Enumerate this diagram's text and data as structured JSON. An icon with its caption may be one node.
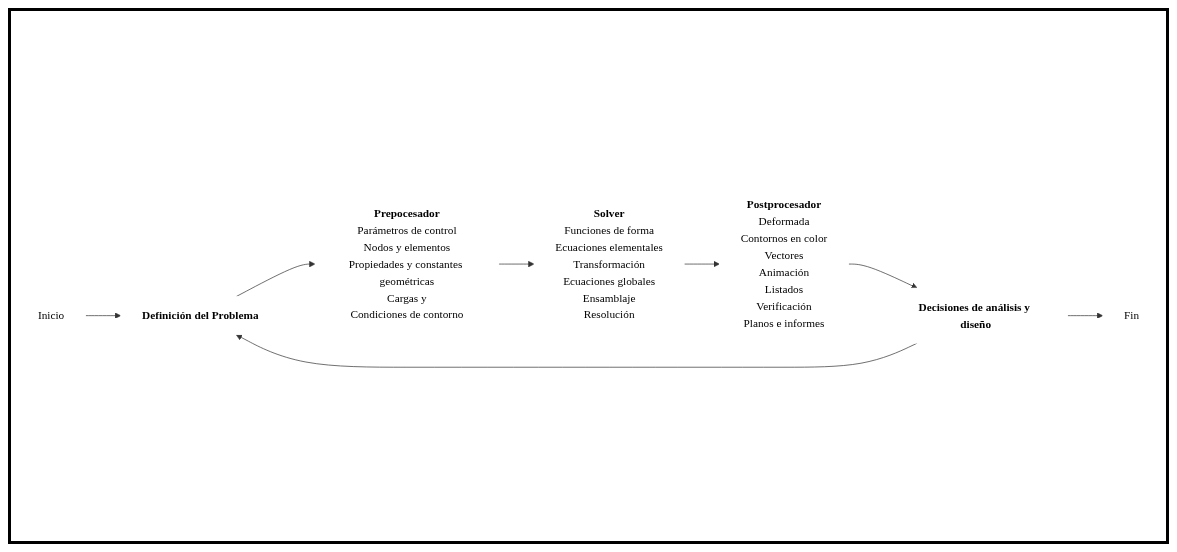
{
  "diagram": {
    "nodes": [
      {
        "text": [
          "Inicio"
        ]
      },
      {
        "text": [
          "Definición del Problema"
        ]
      },
      {
        "text": [
          "Decisiones de análisis y diseño"
        ]
      },
      {
        "text": [
          "Fin"
        ]
      },
      {
        "text": [
          "Prepocesador",
          "Parámetros de control",
          "Nodos y elementos",
          "Propiedades y constantes geométricas",
          "Cargas y",
          "Condiciones de contorno"
        ]
      },
      {
        "text": [
          "Solver",
          "Funciones de forma",
          "Ecuaciones elementales",
          "Transformación",
          "Ecuaciones globales",
          "Ensamblaje",
          "Resolución"
        ]
      },
      {
        "text": [
          "Postprocesador",
          "Deformada",
          "Contornos en color",
          "Vectores",
          "Animación",
          "Listados",
          "Verificación",
          "Planos e informes"
        ]
      }
    ],
    "edges": [
      {
        "from": 0,
        "to": 1,
        "arrow": "to"
      },
      {
        "from": 2,
        "to": 1,
        "arrow": "to"
      },
      {
        "from": 2,
        "to": 3,
        "arrow": "to"
      },
      {
        "from": 1,
        "to": 4,
        "arrow": "to"
      },
      {
        "from": 4,
        "to": 5,
        "arrow": "to"
      },
      {
        "from": 5,
        "to": 6,
        "arrow": "to"
      },
      {
        "from": 6,
        "to": 2,
        "arrow": "to"
      }
    ]
  }
}
